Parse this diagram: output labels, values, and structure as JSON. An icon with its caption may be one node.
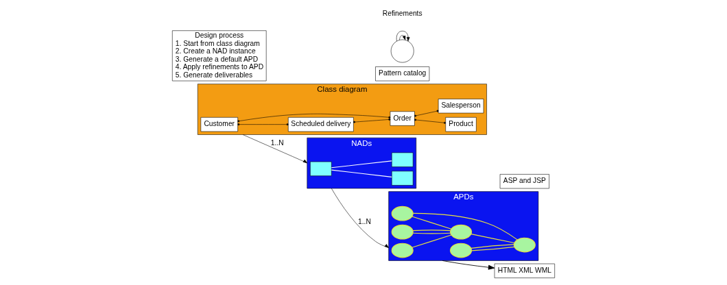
{
  "diagram": {
    "nodes": [
      {
        "text": [
          "Class diagram"
        ]
      },
      {
        "text": [
          "Customer"
        ],
        "in": 0
      },
      {
        "text": [
          "Scheduled delivery"
        ],
        "in": 0
      },
      {
        "text": [
          "Order"
        ],
        "in": 0
      },
      {
        "text": [
          "Product"
        ],
        "in": 0
      },
      {
        "text": [
          "Salesperson"
        ],
        "in": 0
      },
      {
        "text": [
          "NADs"
        ]
      },
      {
        "text": [],
        "shape": "box",
        "in": 6
      },
      {
        "text": [],
        "shape": "box",
        "in": 6
      },
      {
        "text": [],
        "shape": "box",
        "in": 6
      },
      {
        "text": [
          "APDs"
        ]
      },
      {
        "text": [],
        "shape": "ellipse",
        "in": 10
      },
      {
        "text": [],
        "shape": "ellipse",
        "in": 10
      },
      {
        "text": [],
        "shape": "ellipse",
        "in": 10
      },
      {
        "text": [],
        "shape": "ellipse",
        "in": 10
      },
      {
        "text": [],
        "shape": "ellipse",
        "in": 10
      },
      {
        "text": [],
        "shape": "ellipse",
        "in": 10
      },
      {
        "text": [
          "Design process",
          "1. Start from class diagram",
          "2. Create a NAD instance",
          "3. Generate a default APD",
          "4. Apply refinements to APD",
          "5. Generate deliverables"
        ]
      },
      {
        "text": [
          "Pattern catalog"
        ]
      },
      {
        "text": [],
        "shape": "circle"
      },
      {
        "text": [
          "HTML XML WML"
        ]
      },
      {
        "text": [
          "ASP and JSP"
        ]
      }
    ],
    "edges": [
      {
        "from": 0,
        "to": 6,
        "arrow": "to",
        "label": "1..N"
      },
      {
        "from": 6,
        "to": 10,
        "arrow": "to",
        "label": "1..N"
      },
      {
        "from": 10,
        "to": 20,
        "arrow": "to"
      },
      {
        "from": 1,
        "to": 3,
        "arrow": "other"
      },
      {
        "from": 2,
        "to": 3,
        "arrow": "other"
      },
      {
        "from": 1,
        "to": 2,
        "arrow": "other"
      },
      {
        "from": 3,
        "to": 4,
        "arrow": "other"
      },
      {
        "from": 3,
        "to": 5,
        "arrow": "other"
      },
      {
        "from": 7,
        "to": 8,
        "arrow": "none",
        "color": "#ffffff"
      },
      {
        "from": 7,
        "to": 9,
        "arrow": "none",
        "color": "#ffffff"
      },
      {
        "from": 11,
        "to": 13,
        "arrow": "none",
        "color": "#e8e040"
      },
      {
        "from": 12,
        "to": 13,
        "arrow": "none",
        "color": "#e8e040"
      },
      {
        "from": 12,
        "to": 13,
        "arrow": "none",
        "color": "#e8e040"
      },
      {
        "from": 14,
        "to": 13,
        "arrow": "none",
        "color": "#e8e040"
      },
      {
        "from": 14,
        "to": 15,
        "arrow": "none",
        "color": "#e8e040"
      },
      {
        "from": 13,
        "to": 15,
        "arrow": "none",
        "color": "#e8e040"
      },
      {
        "from": 16,
        "to": 15,
        "arrow": "none",
        "color": "#e8e040"
      },
      {
        "from": 16,
        "to": 15,
        "arrow": "none",
        "color": "#e8e040"
      },
      {
        "from": 19,
        "to": 19,
        "arrow": "to"
      },
      {
        "from": 19,
        "to": 19,
        "arrow": "to"
      }
    ],
    "labels": [
      "Refinements"
    ]
  }
}
